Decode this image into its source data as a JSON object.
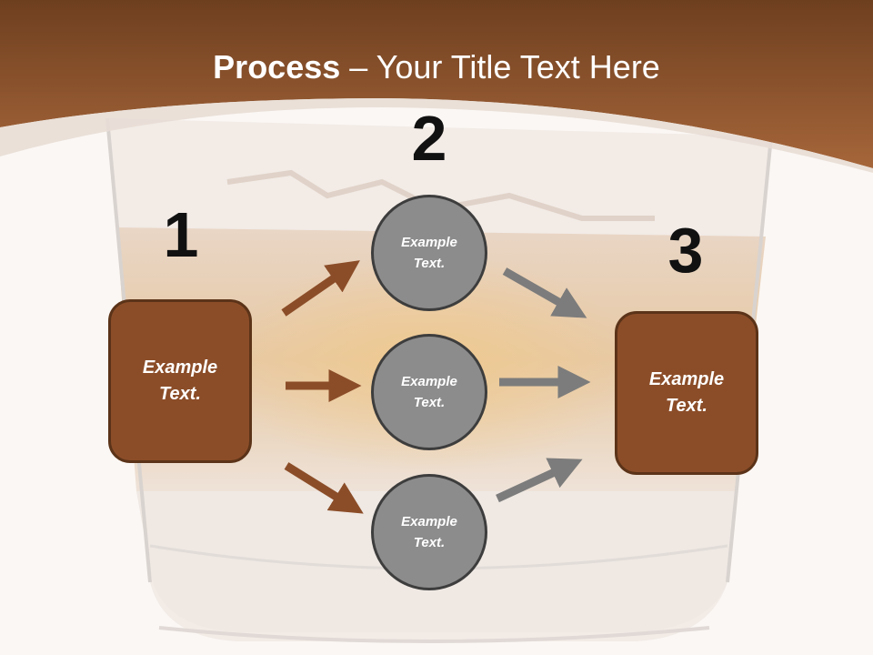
{
  "title": {
    "bold": "Process",
    "rest": " – Your Title Text Here"
  },
  "steps": {
    "one": {
      "number": "1",
      "text": "Example Text."
    },
    "two": {
      "number": "2"
    },
    "three": {
      "number": "3",
      "text": "Example Text."
    }
  },
  "circles": [
    {
      "text": "Example Text."
    },
    {
      "text": "Example Text."
    },
    {
      "text": "Example Text."
    }
  ],
  "colors": {
    "header_brown": "#9a5a30",
    "box_fill": "#8b4d28",
    "box_border": "#5b3318",
    "circle_fill": "#8c8c8c",
    "circle_border": "#3d3d3d",
    "arrow_brown": "#8b4d28",
    "arrow_gray": "#7c7c7c"
  }
}
